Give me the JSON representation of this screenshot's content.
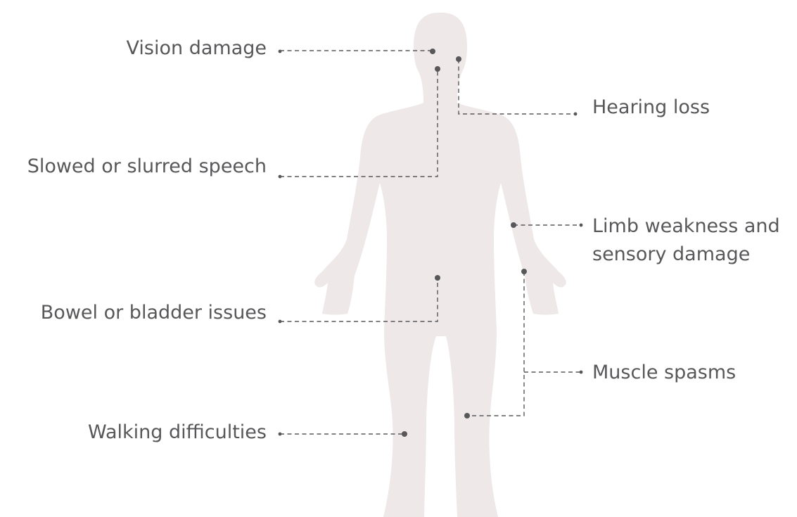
{
  "colors": {
    "body_silhouette": "#eee8e8",
    "text": "#58585a",
    "leader_line": "#58585a",
    "background": "#ffffff"
  },
  "figure": {
    "name": "human-body-silhouette",
    "icon": "human-figure-icon"
  },
  "labels": {
    "vision": "Vision damage",
    "speech": "Slowed or slurred speech",
    "bowel": "Bowel or bladder issues",
    "walking": "Walking difficulties",
    "hearing": "Hearing loss",
    "limb_line1": "Limb weakness and",
    "limb_line2": "sensory damage",
    "spasms": "Muscle spasms"
  }
}
